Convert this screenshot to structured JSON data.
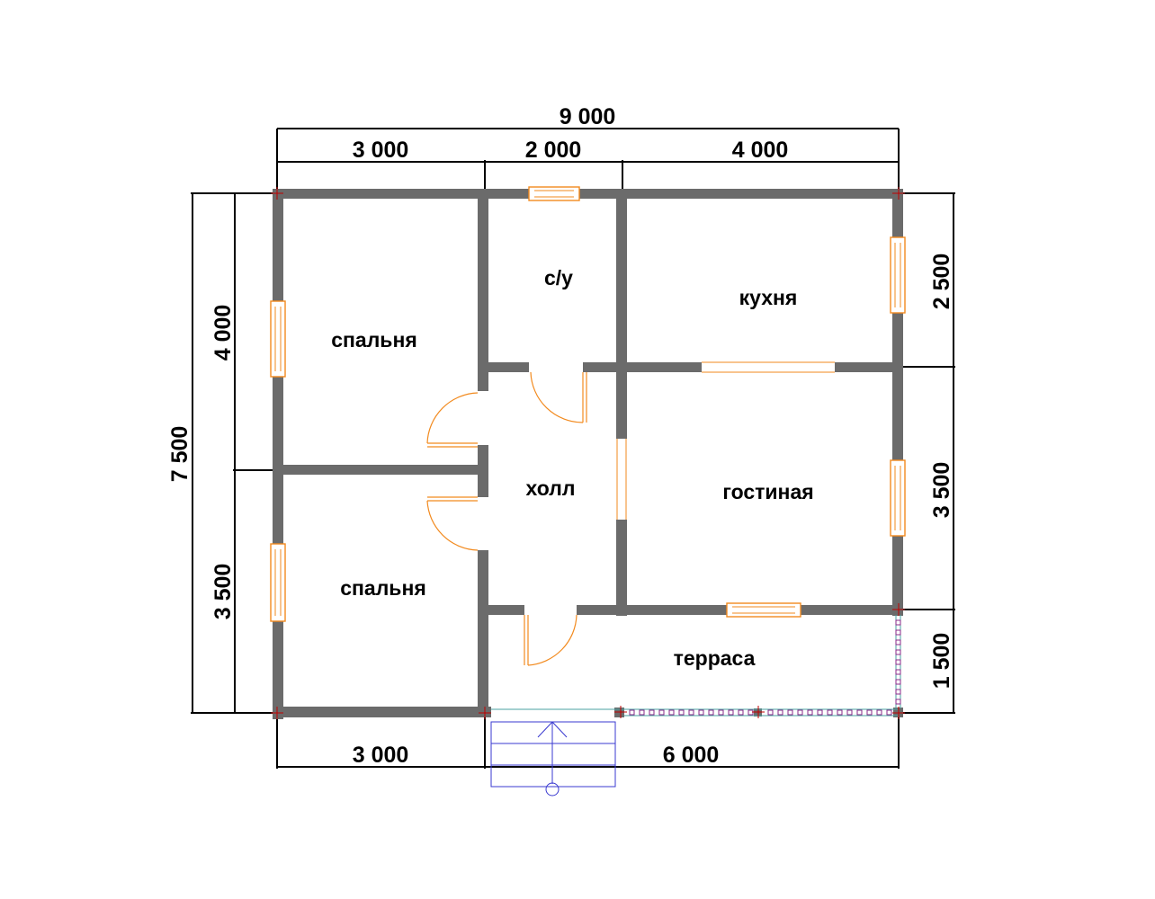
{
  "dimensions": {
    "total_width": "9 000",
    "top_segment_1": "3 000",
    "top_segment_2": "2 000",
    "top_segment_3": "4 000",
    "bottom_segment_1": "3 000",
    "bottom_segment_2": "6 000",
    "total_depth": "7 500",
    "left_segment_1": "4 000",
    "left_segment_2": "3 500",
    "right_segment_1": "2 500",
    "right_segment_2": "3 500",
    "right_segment_3": "1 500"
  },
  "rooms": {
    "bedroom_top": "спальня",
    "bathroom": "с/у",
    "kitchen": "кухня",
    "hall": "холл",
    "living_room": "гостиная",
    "bedroom_bottom": "спальня",
    "terrace": "терраса"
  },
  "colors": {
    "wall": "#6b6b6b",
    "door_window": "#f28a1e",
    "stairs": "#3a3ad0",
    "railing": "#4aa0a0"
  }
}
